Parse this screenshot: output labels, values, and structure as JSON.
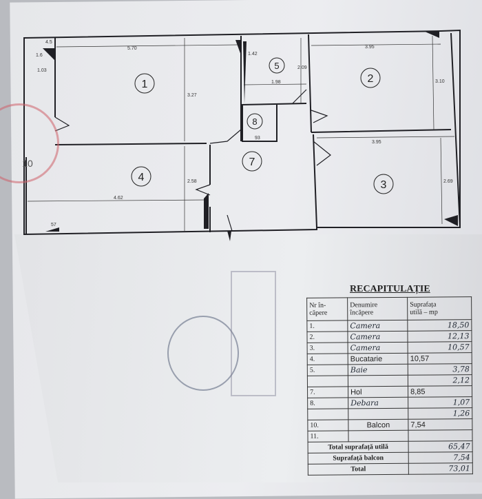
{
  "plan": {
    "rooms": [
      {
        "number": "1"
      },
      {
        "number": "2"
      },
      {
        "number": "3"
      },
      {
        "number": "4"
      },
      {
        "number": "5"
      },
      {
        "number": "7"
      },
      {
        "number": "8"
      },
      {
        "number": "10"
      }
    ],
    "dimensions": [
      "5.70",
      "3.27",
      "3.95",
      "3.10",
      "3.95",
      "2.69",
      "4.62",
      "2.58",
      "1.98",
      "2.09",
      "1.42",
      "93",
      "4.5",
      "1.6",
      "1.03",
      "57"
    ]
  },
  "recap": {
    "title": "RECAPITULAȚIE",
    "headers": [
      "Nr în-\ncăpere",
      "Denumire\nîncăpere",
      "Suprafața\nutilă – mp"
    ],
    "rows": [
      {
        "nr": "1.",
        "name": "Camera",
        "area": "18,50"
      },
      {
        "nr": "2.",
        "name": "Camera",
        "area": "12,13"
      },
      {
        "nr": "3.",
        "name": "Camera",
        "area": "10,57"
      },
      {
        "nr": "4.",
        "name": "Bucatarie",
        "area": "10,57"
      },
      {
        "nr": "5.",
        "name": "Baie",
        "area": "3,78"
      },
      {
        "nr": "",
        "name": "",
        "area": "2,12"
      },
      {
        "nr": "7.",
        "name": "Hol",
        "area": "8,85"
      },
      {
        "nr": "8.",
        "name": "Debara",
        "area": "1,07"
      },
      {
        "nr": "",
        "name": "",
        "area": "1,26"
      },
      {
        "nr": "10.",
        "name": "Balcon",
        "area": "7,54"
      },
      {
        "nr": "11.",
        "name": "",
        "area": ""
      }
    ],
    "totals": [
      {
        "label": "Total suprafață utilă",
        "value": "65,47"
      },
      {
        "label": "Suprafață balcon",
        "value": "7,54"
      },
      {
        "label": "Total",
        "value": "73,01"
      }
    ]
  },
  "colors": {
    "ink": "#1f1f24",
    "stamp_red": "#d0606a",
    "stamp_blue": "#55607a"
  }
}
